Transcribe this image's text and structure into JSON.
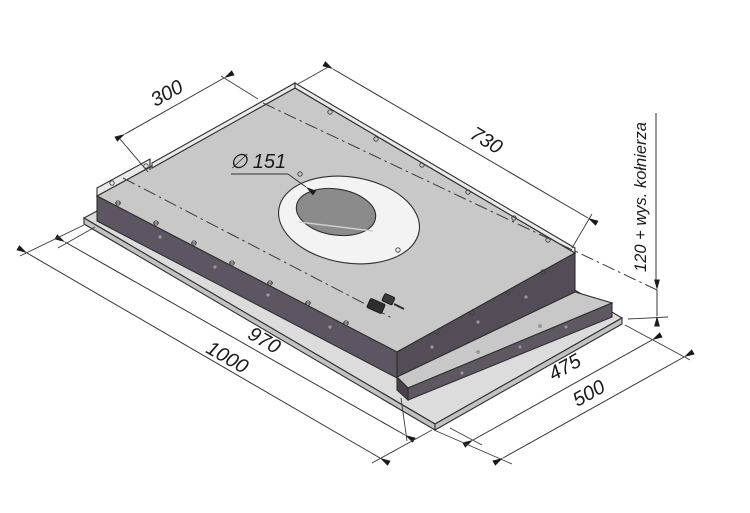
{
  "drawing": {
    "kind": "technical-dimension-drawing",
    "dims": {
      "d300": "300",
      "d730": "730",
      "diameter": "∅ 151",
      "height": "120 + wys. kołnierza",
      "d970": "970",
      "d1000": "1000",
      "d475": "475",
      "d500": "500"
    },
    "colors": {
      "background": "#ffffff",
      "outline": "#2f2f2f",
      "dim_line": "#333333",
      "top_face": "#c8c8c8",
      "dark_face": "#5d5662",
      "dark_face_right": "#544d58",
      "step_face": "#5f5863",
      "step_cap": "#49424d",
      "flange": "#dcdcdc",
      "flange_edge": "#c2c2c2",
      "lip": "#eaeaea",
      "hole_ring": "#f3f3f3",
      "hole_inner": "#8b8b8b"
    }
  }
}
